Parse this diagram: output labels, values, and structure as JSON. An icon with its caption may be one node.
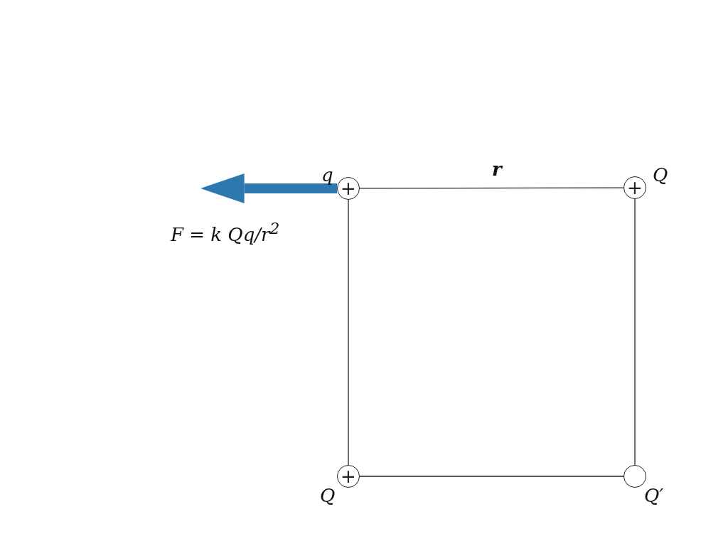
{
  "diagram": {
    "nodes": [
      {
        "text": [
          "+"
        ],
        "beside": [
          "q"
        ]
      },
      {
        "text": [
          "+"
        ],
        "beside": [
          "Q"
        ]
      },
      {
        "text": [
          "+"
        ],
        "beside": [
          "Q"
        ]
      },
      {
        "text": [],
        "shape": "circle",
        "beside": [
          "Q′"
        ]
      }
    ],
    "edges": [
      {
        "from": 0,
        "to": 1,
        "arrow": "none",
        "label": "r"
      },
      {
        "from": 1,
        "to": 3,
        "arrow": "none"
      },
      {
        "from": 0,
        "to": 2,
        "arrow": "none"
      },
      {
        "from": 2,
        "to": 3,
        "arrow": "none"
      },
      {
        "from": 0,
        "to": null,
        "arrow": "to",
        "style": "thick",
        "color": "#2e78b0"
      }
    ],
    "labels": [
      "F = k Qq/r$^{2}$"
    ]
  }
}
